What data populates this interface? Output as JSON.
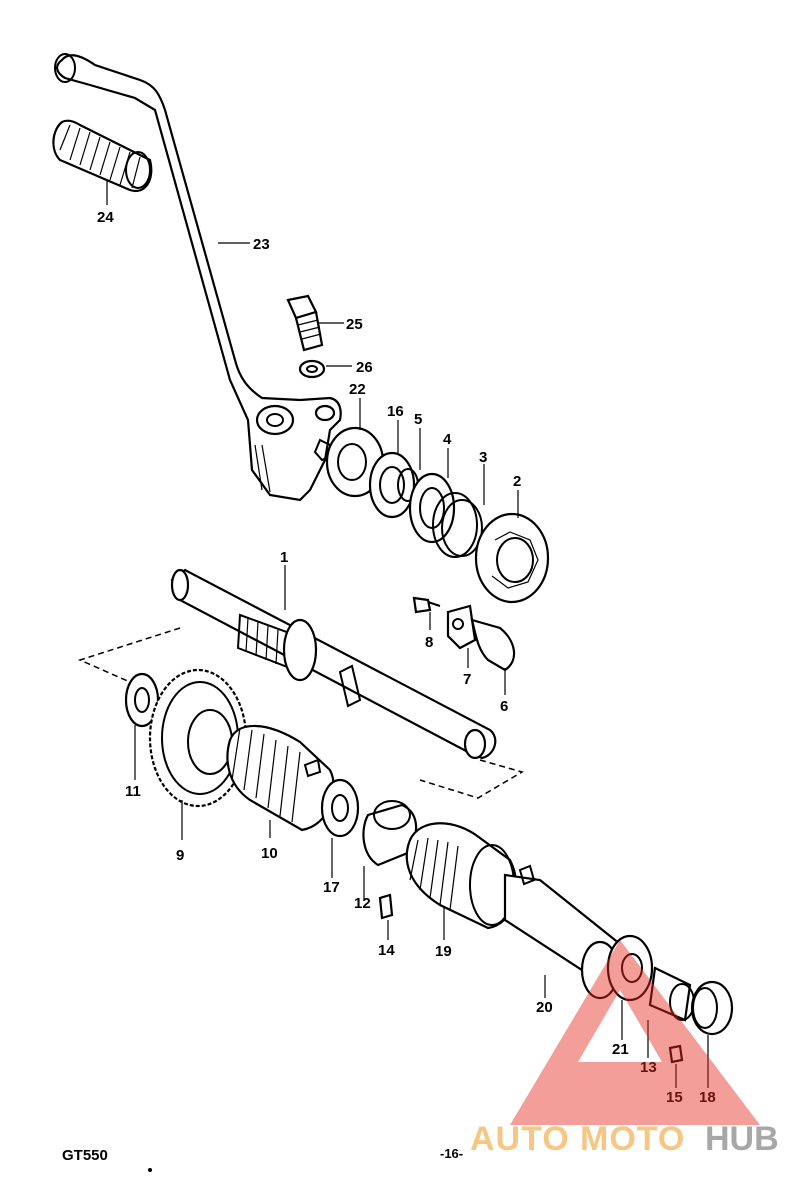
{
  "diagram": {
    "model": "GT550",
    "page": "-16-",
    "parts": [
      {
        "id": "p24",
        "label": "24"
      },
      {
        "id": "p23",
        "label": "23"
      },
      {
        "id": "p25",
        "label": "25"
      },
      {
        "id": "p26",
        "label": "26"
      },
      {
        "id": "p22",
        "label": "22"
      },
      {
        "id": "p16",
        "label": "16"
      },
      {
        "id": "p5",
        "label": "5"
      },
      {
        "id": "p4",
        "label": "4"
      },
      {
        "id": "p3",
        "label": "3"
      },
      {
        "id": "p2",
        "label": "2"
      },
      {
        "id": "p1",
        "label": "1"
      },
      {
        "id": "p8",
        "label": "8"
      },
      {
        "id": "p7",
        "label": "7"
      },
      {
        "id": "p6",
        "label": "6"
      },
      {
        "id": "p11",
        "label": "11"
      },
      {
        "id": "p9",
        "label": "9"
      },
      {
        "id": "p10",
        "label": "10"
      },
      {
        "id": "p17",
        "label": "17"
      },
      {
        "id": "p12",
        "label": "12"
      },
      {
        "id": "p14",
        "label": "14"
      },
      {
        "id": "p19",
        "label": "19"
      },
      {
        "id": "p20",
        "label": "20"
      },
      {
        "id": "p21",
        "label": "21"
      },
      {
        "id": "p13",
        "label": "13"
      },
      {
        "id": "p15",
        "label": "15"
      },
      {
        "id": "p18",
        "label": "18"
      }
    ]
  },
  "watermark": {
    "auto": "AUTO",
    "moto": "MOTO",
    "hub": "HUB",
    "triangle_color": "#e5281e",
    "text_color_orange": "#f6b35a",
    "text_color_gray": "#8a8a8a"
  }
}
